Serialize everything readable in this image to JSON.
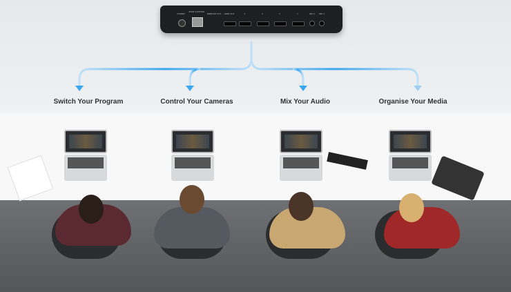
{
  "device": {
    "ports": [
      "POWER",
      "ATEM CONTROL",
      "WEBCAM OUT",
      "HDMI OUT",
      "4",
      "3",
      "2",
      "1",
      "MIC 2",
      "MIC 1"
    ]
  },
  "labels": [
    "Switch Your Program",
    "Control Your Cameras",
    "Mix Your Audio",
    "Organise Your Media"
  ],
  "colors": {
    "arrow": "#5ab4f0",
    "background": "#e9ebee",
    "floor": "#5e6064"
  }
}
